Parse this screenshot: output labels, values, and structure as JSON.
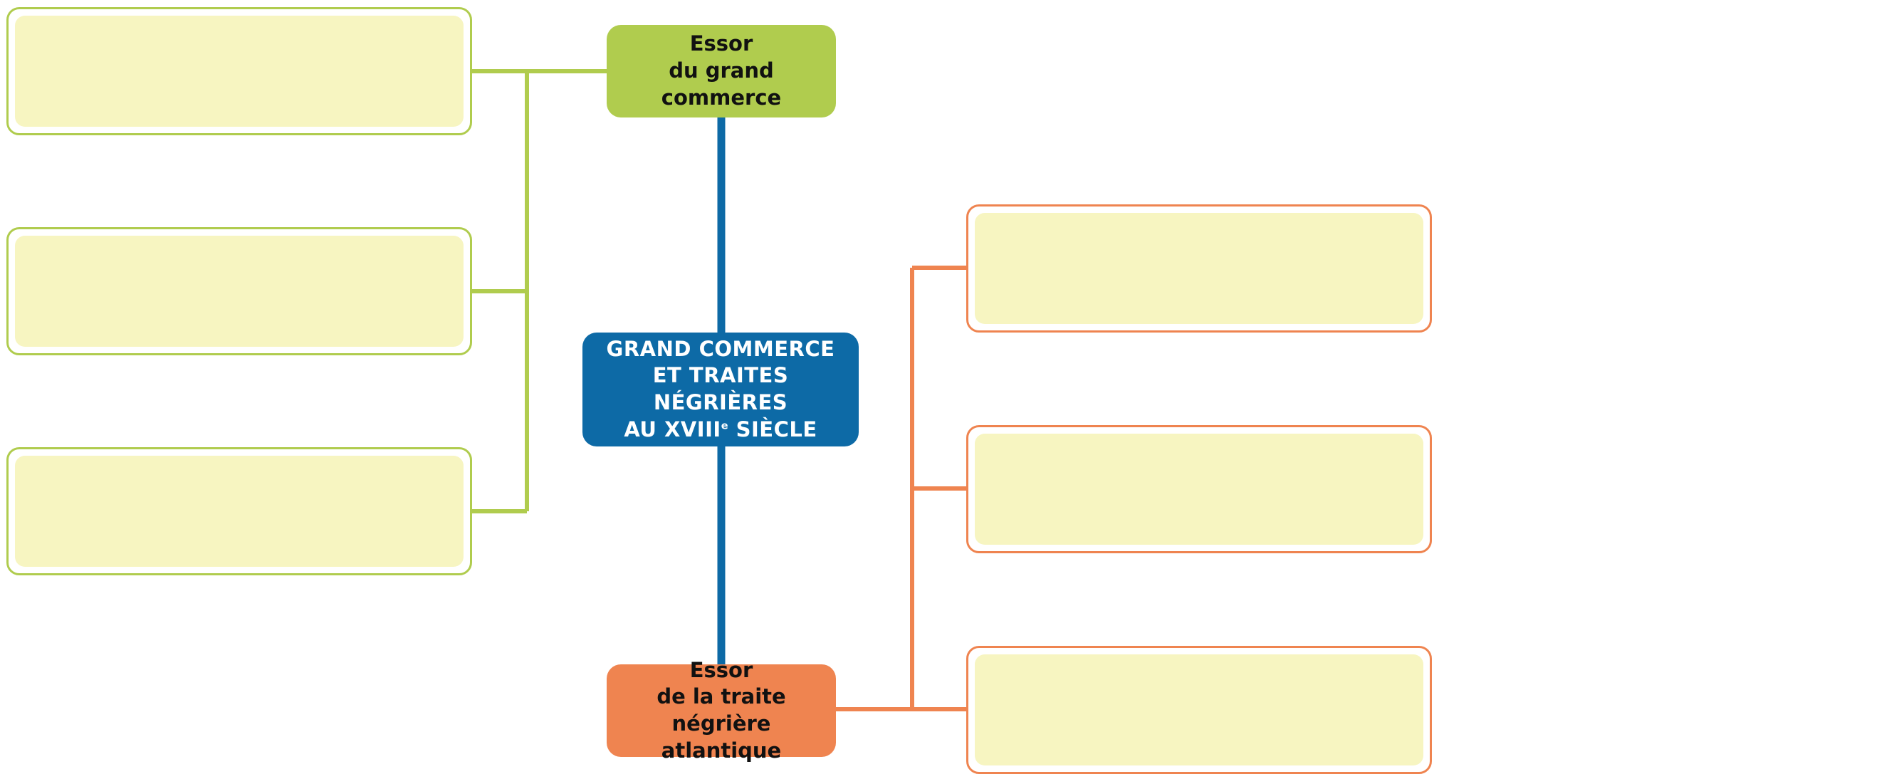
{
  "colors": {
    "green": "#b0cc4e",
    "blue": "#0d6aa6",
    "orange": "#ef8450",
    "box_fill": "#f7f5c1"
  },
  "nodes": {
    "top": {
      "lines": [
        "Essor",
        "du grand commerce"
      ]
    },
    "center": {
      "line1": "GRAND COMMERCE",
      "line2": "ET TRAITES NÉGRIÈRES",
      "line3_a": "AU XVIII",
      "line3_sup": "e",
      "line3_b": " SIÈCLE"
    },
    "bottom": {
      "lines": [
        "Essor",
        "de la traite négrière",
        "atlantique"
      ]
    }
  },
  "left_boxes": [
    {
      "text": ""
    },
    {
      "text": ""
    },
    {
      "text": ""
    }
  ],
  "right_boxes": [
    {
      "text": ""
    },
    {
      "text": ""
    },
    {
      "text": ""
    }
  ]
}
